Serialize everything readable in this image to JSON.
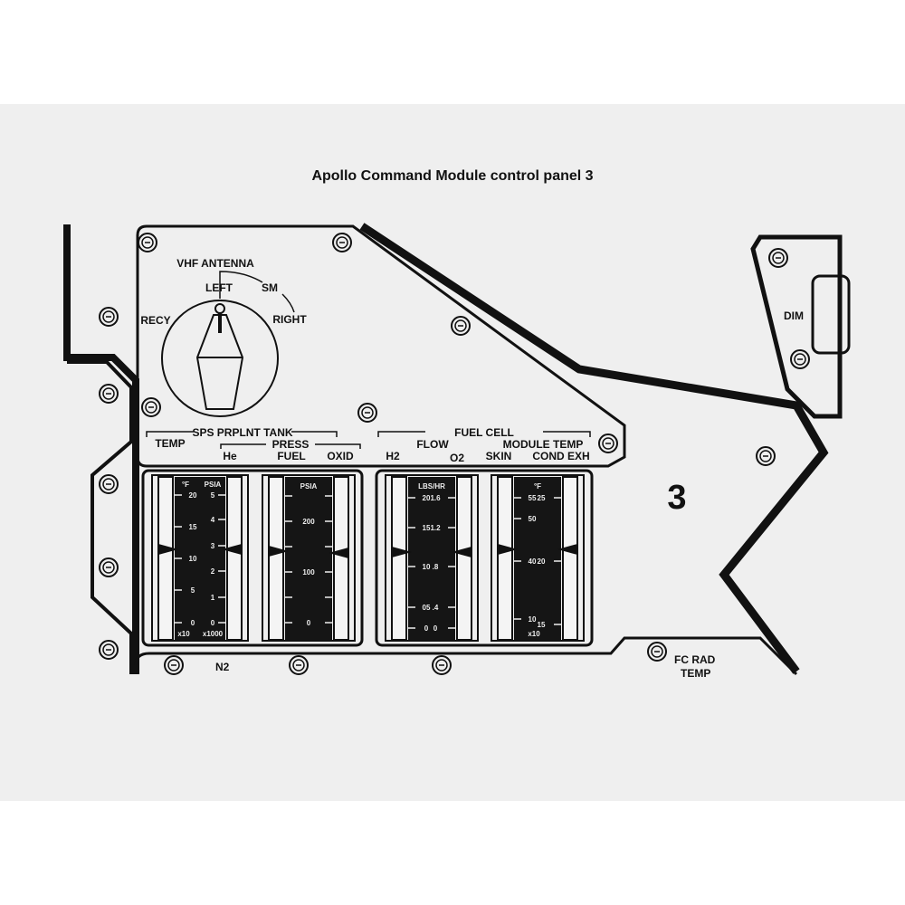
{
  "title": "Apollo Command Module control panel 3",
  "panel_number": "3",
  "vhf_antenna": {
    "label": "VHF ANTENNA",
    "positions": [
      "LEFT",
      "SM",
      "RIGHT",
      "RECY"
    ]
  },
  "sps_group": {
    "label": "SPS PRPLNT TANK",
    "temp": "TEMP",
    "press": "PRESS",
    "he": "He",
    "fuel": "FUEL",
    "oxid": "OXID"
  },
  "fuel_cell_group": {
    "label": "FUEL CELL",
    "flow": "FLOW",
    "h2": "H2",
    "o2": "O2",
    "module_temp": "MODULE TEMP",
    "skin": "SKIN",
    "cond_exh": "COND EXH"
  },
  "gauges": [
    {
      "name": "sps-temp-he-press",
      "units_left": "°F",
      "units_right": "PSIA",
      "left_ticks": [
        "20",
        "15",
        "10",
        "5",
        "0"
      ],
      "right_ticks": [
        "5",
        "4",
        "3",
        "2",
        "1",
        "0"
      ],
      "footer_left": "x10",
      "footer_right": "x1000"
    },
    {
      "name": "sps-fuel-oxid-press",
      "units_center": "PSIA",
      "center_ticks": [
        "200",
        "100",
        "0"
      ],
      "footer_left": "",
      "footer_right": ""
    },
    {
      "name": "fuel-cell-flow",
      "units_center": "LBS/HR",
      "left_ticks": [
        "20",
        "15",
        "10",
        "05",
        "0"
      ],
      "right_ticks": [
        "1.6",
        "1.2",
        ".8",
        ".4",
        "0"
      ],
      "footer_left": "",
      "footer_right": ""
    },
    {
      "name": "fuel-cell-module-temp",
      "units_center": "°F",
      "left_ticks": [
        "55",
        "50",
        "40",
        "10"
      ],
      "right_ticks": [
        "25",
        "20",
        "15"
      ],
      "footer_left": "x10",
      "footer_right": ""
    }
  ],
  "bottom_labels": {
    "n2": "N2",
    "fc_rad": "FC RAD",
    "temp": "TEMP"
  },
  "right_panel": {
    "dim": "DIM"
  }
}
